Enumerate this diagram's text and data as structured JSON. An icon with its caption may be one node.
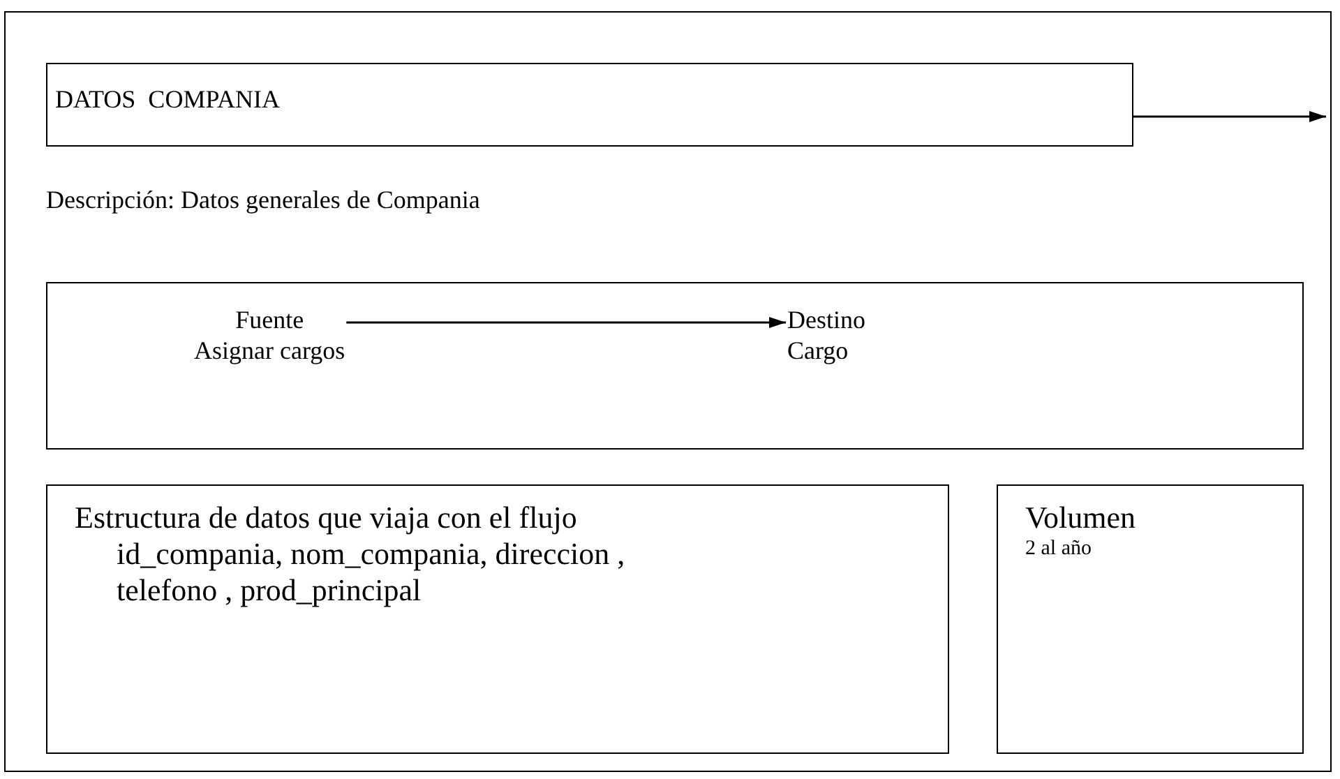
{
  "diagram": {
    "nodes": [
      {
        "text": [],
        "shape": "box"
      },
      {
        "text": [
          "DATOS  COMPANIA"
        ],
        "in": 0
      },
      {
        "text": [],
        "shape": "box",
        "in": 0
      },
      {
        "text": [
          "Fuente",
          "Asignar cargos"
        ],
        "in": 2
      },
      {
        "text": [
          "Destino",
          "Cargo"
        ],
        "in": 2
      },
      {
        "text": [
          "Estructura de datos que viaja con el flujo",
          "id_compania, nom_compania, direccion ,  telefono , prod_principal"
        ],
        "in": 0
      },
      {
        "text": [
          "Volumen",
          "2 al año"
        ],
        "in": 0
      }
    ],
    "edges": [
      {
        "from": 1,
        "to": null,
        "arrow": "to"
      },
      {
        "from": 3,
        "to": 4,
        "arrow": "to"
      }
    ],
    "labels": [
      "Descripción: Datos generales de Compania"
    ]
  }
}
